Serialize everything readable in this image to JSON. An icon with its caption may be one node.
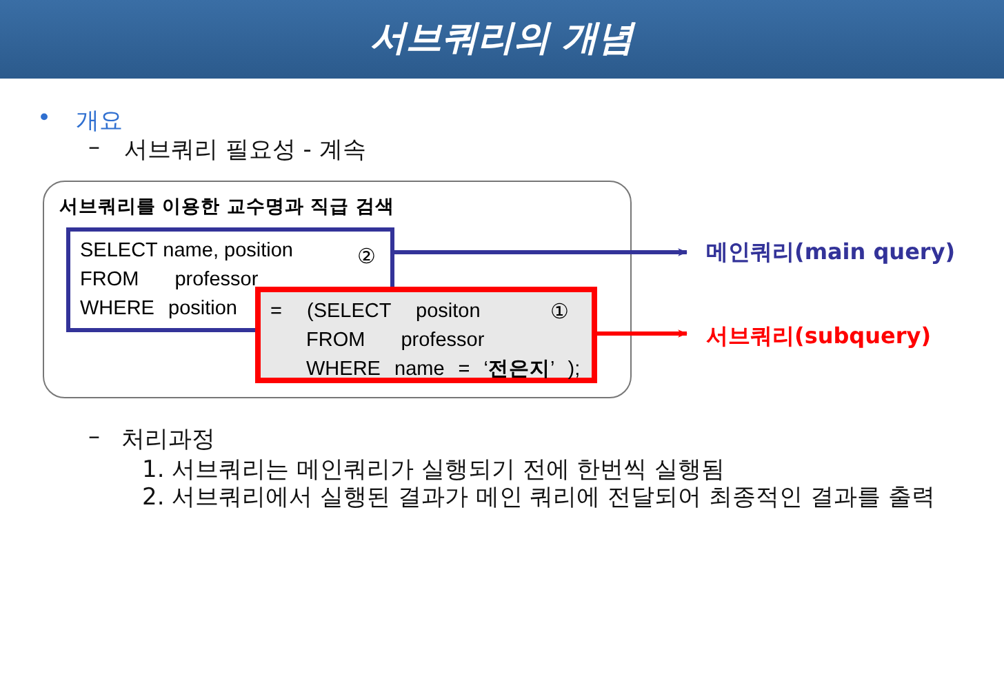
{
  "diagram": {
    "title": "서브쿼리의 개념",
    "nodes": [
      {
        "text": [
          "서브쿼리를 이용한 교수명과 직급 검색"
        ]
      },
      {
        "text": [
          "SELECT name, position",
          "FROM professor",
          "WHERE position",
          "②"
        ],
        "in": 0
      },
      {
        "text": [
          "= (SELECT positon",
          "FROM professor",
          "WHERE name = ‘**전은지**’ );",
          "①"
        ],
        "in": 0
      },
      {
        "text": [
          "메인쿼리(main query)"
        ]
      },
      {
        "text": [
          "서브쿼리(subquery)"
        ]
      }
    ],
    "edges": [
      {
        "from": 1,
        "to": 3,
        "arrow": "to",
        "color": "#333399"
      },
      {
        "from": 2,
        "to": 4,
        "arrow": "to",
        "color": "#ff0000"
      }
    ],
    "labels": [
      "•",
      "개요",
      "–",
      "서브쿼리 필요성 - 계속",
      "–",
      "처리과정",
      "1. 서브쿼리는 메인쿼리가 실행되기 전에 한번씩 실행됨",
      "2. 서브쿼리에서 실행된 결과가 메인 쿼리에 전달되어 최종적인 결과를 출력"
    ]
  }
}
